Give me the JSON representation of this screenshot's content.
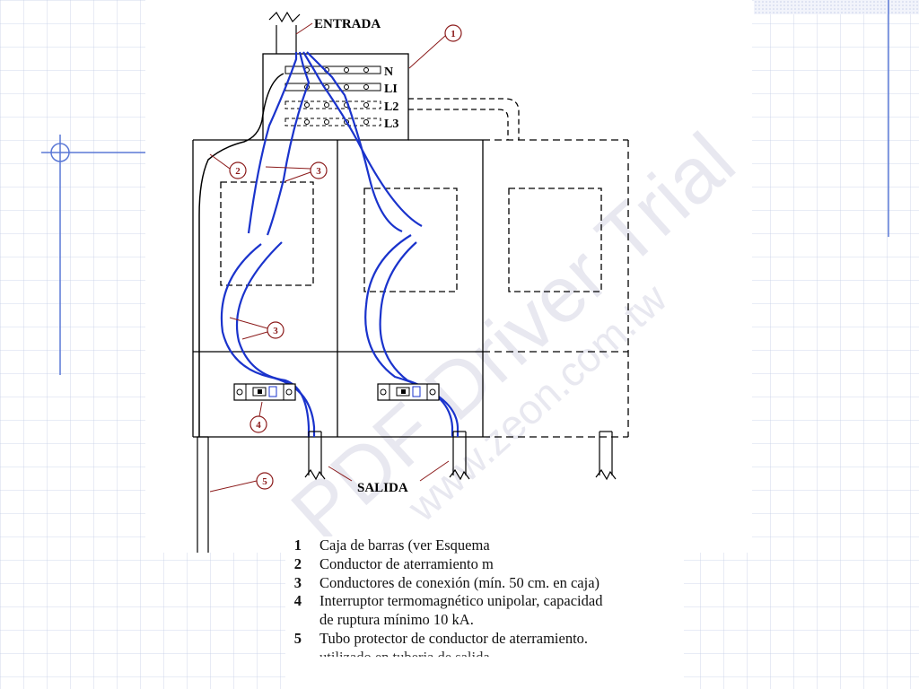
{
  "labels": {
    "entrada": "ENTRADA",
    "salida": "SALIDA",
    "bus_n": "N",
    "bus_l1": "LI",
    "bus_l2": "L2",
    "bus_l3": "L3"
  },
  "callouts": [
    "1",
    "2",
    "3",
    "3",
    "4",
    "5"
  ],
  "legend": [
    {
      "num": "1",
      "text": "Caja de barras (ver Esquema"
    },
    {
      "num": "2",
      "text": "Conductor de aterramiento m"
    },
    {
      "num": "3",
      "text": "Conductores de conexión (mín. 50 cm. en caja)"
    },
    {
      "num": "4",
      "text": "Interruptor termomagnético unipolar, capacidad",
      "cont": "de ruptura mínimo 10 kA."
    },
    {
      "num": "5",
      "text": "Tubo protector de conductor de aterramiento."
    }
  ],
  "legend_cut_text": "utilizado en tuberia de salida",
  "watermark": {
    "line1": "PDF Driver Trial",
    "line2": "www.zeon.com.tw"
  },
  "colors": {
    "wire": "#1a33cc",
    "callout": "#8b1a1a",
    "grid": "#b8c4e0",
    "accent": "#5a78d6"
  }
}
